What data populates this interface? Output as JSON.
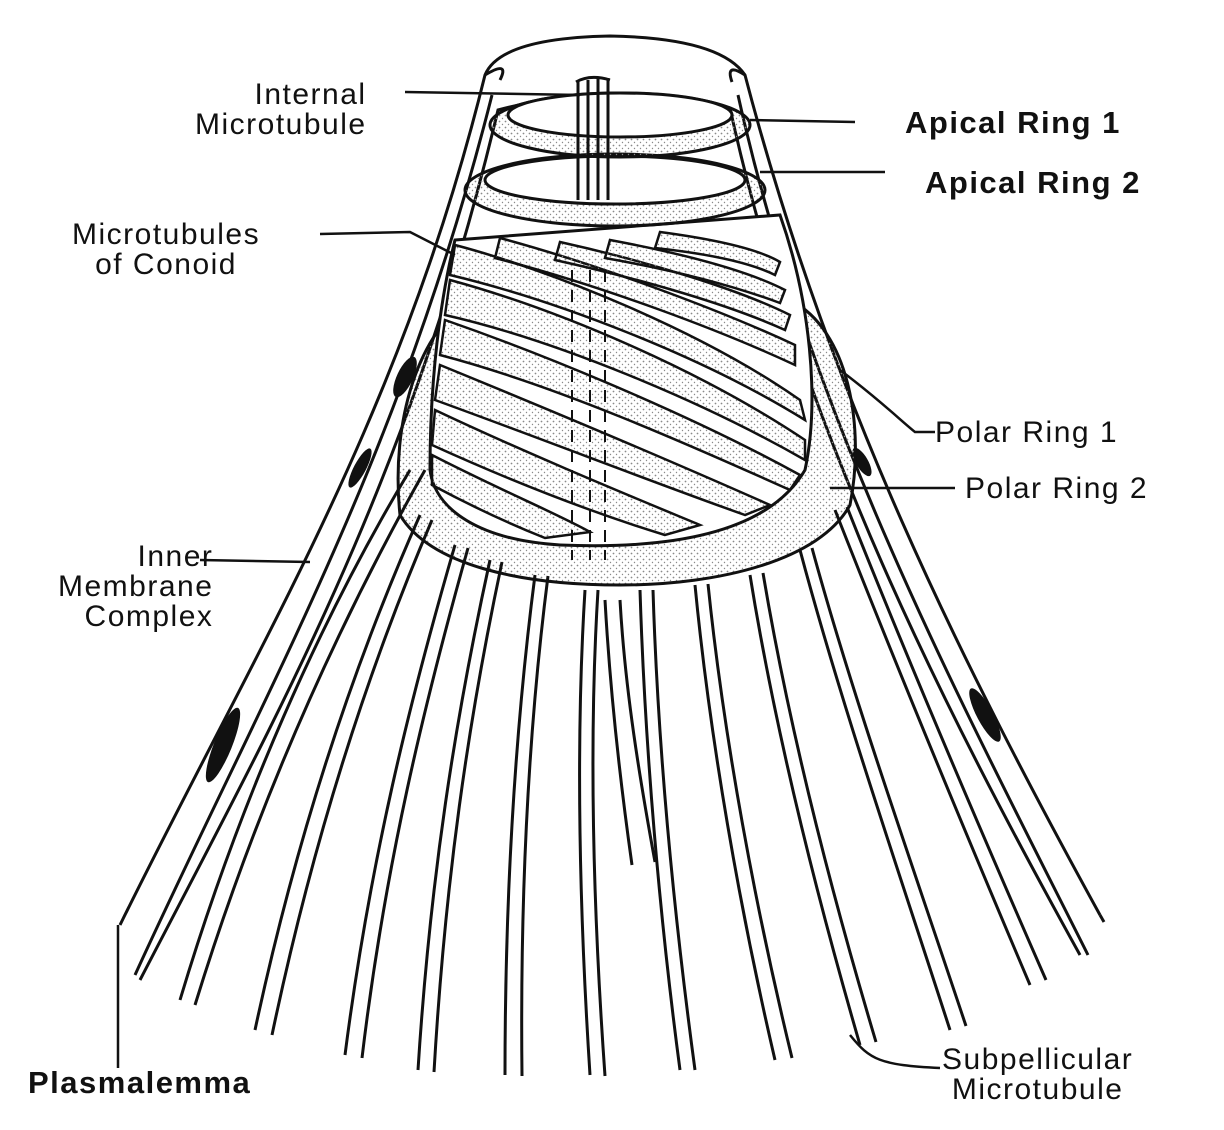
{
  "labels": {
    "internal_microtubule": [
      "Internal",
      "Microtubule"
    ],
    "apical_ring_1": "Apical Ring 1",
    "apical_ring_2": "Apical Ring 2",
    "microtubules_of_conoid": [
      "Microtubules",
      "of Conoid"
    ],
    "polar_ring_1": "Polar Ring  1",
    "polar_ring_2": "Polar Ring 2",
    "inner_membrane_complex": [
      "Inner",
      "Membrane",
      "Complex"
    ],
    "plasmalemma": "Plasmalemma",
    "subpellicular_microtubule": [
      "Subpellicular",
      "Microtubule"
    ]
  },
  "colors": {
    "ink": "#111111",
    "stipple": "#8a8a8a",
    "background": "#ffffff"
  }
}
